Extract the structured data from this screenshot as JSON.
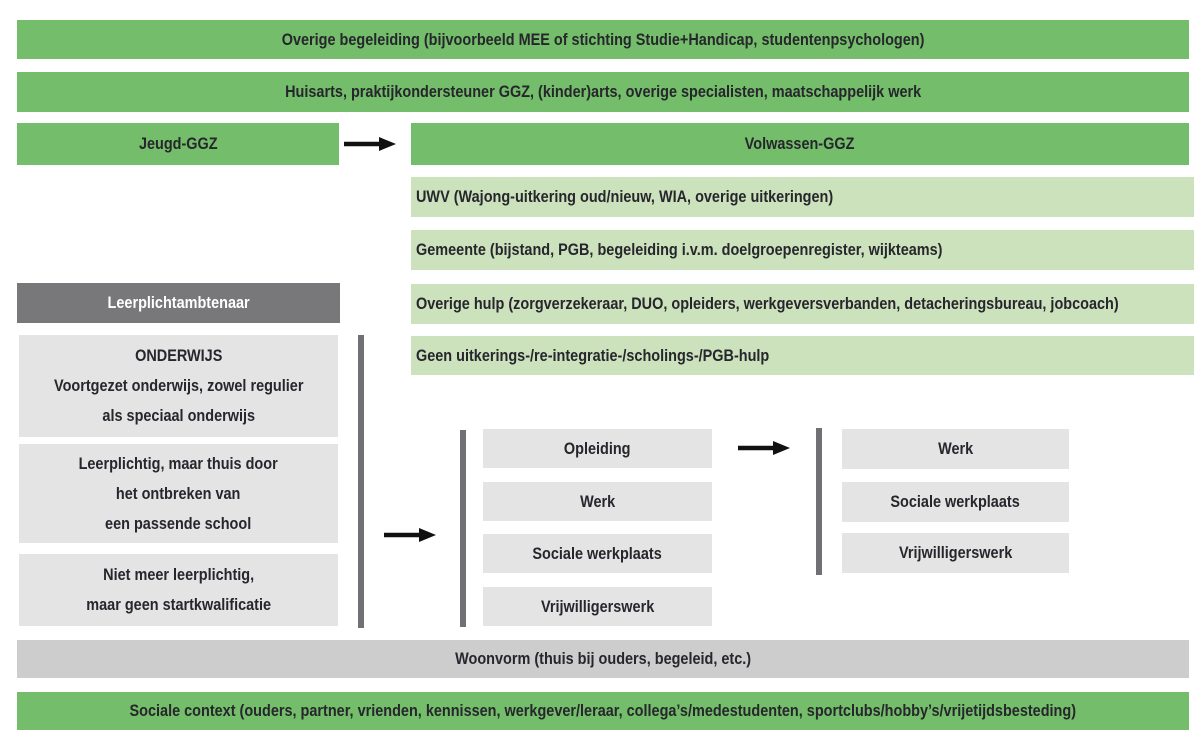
{
  "colors": {
    "green": "#74be6b",
    "light_green": "#cce2bd",
    "dark_gray": "#78787b",
    "light_gray": "#e4e4e5",
    "medium_gray": "#cdcdce",
    "divider_gray": "#717175",
    "text": "#26262c",
    "arrow": "#111111"
  },
  "bars": {
    "overige_begeleiding": "Overige begeleiding (bijvoorbeeld MEE of stichting Studie+Handicap, studentenpsychologen)",
    "huisarts": "Huisarts, praktijkondersteuner GGZ, (kinder)arts, overige specialisten, maatschappelijk werk",
    "jeugd_ggz": "Jeugd-GGZ",
    "volwassen_ggz": "Volwassen-GGZ",
    "uwv": "UWV (Wajong-uitkering oud/nieuw, WIA, overige uitkeringen)",
    "gemeente": "Gemeente (bijstand, PGB, begeleiding i.v.m. doelgroepenregister, wijkteams)",
    "overige_hulp": "Overige hulp (zorgverzekeraar, DUO, opleiders, werkgeversverbanden, detacheringsbureau, jobcoach)",
    "leerplichtambtenaar": "Leerplichtambtenaar",
    "geen_uitkering": "Geen uitkerings-/re-integratie-/scholings-/PGB-hulp",
    "woonvorm": "Woonvorm (thuis bij ouders, begeleid, etc.)",
    "sociale_context": "Sociale context (ouders, partner, vrienden, kennissen, werkgever/leraar, collega’s/medestudenten, sportclubs/hobby’s/vrijetijdsbesteding)"
  },
  "education_boxes": [
    {
      "lines": [
        "ONDERWIJS",
        "Voortgezet onderwijs, zowel regulier",
        "als speciaal onderwijs"
      ]
    },
    {
      "lines": [
        "Leerplichtig, maar thuis door",
        "het ontbreken van",
        "een passende school"
      ]
    },
    {
      "lines": [
        "Niet meer leerplichtig,",
        "maar geen startkwalificatie"
      ]
    }
  ],
  "middle_column": {
    "items": [
      "Opleiding",
      "Werk",
      "Sociale werkplaats",
      "Vrijwilligerswerk"
    ]
  },
  "right_column": {
    "items": [
      "Werk",
      "Sociale werkplaats",
      "Vrijwilligerswerk"
    ]
  }
}
